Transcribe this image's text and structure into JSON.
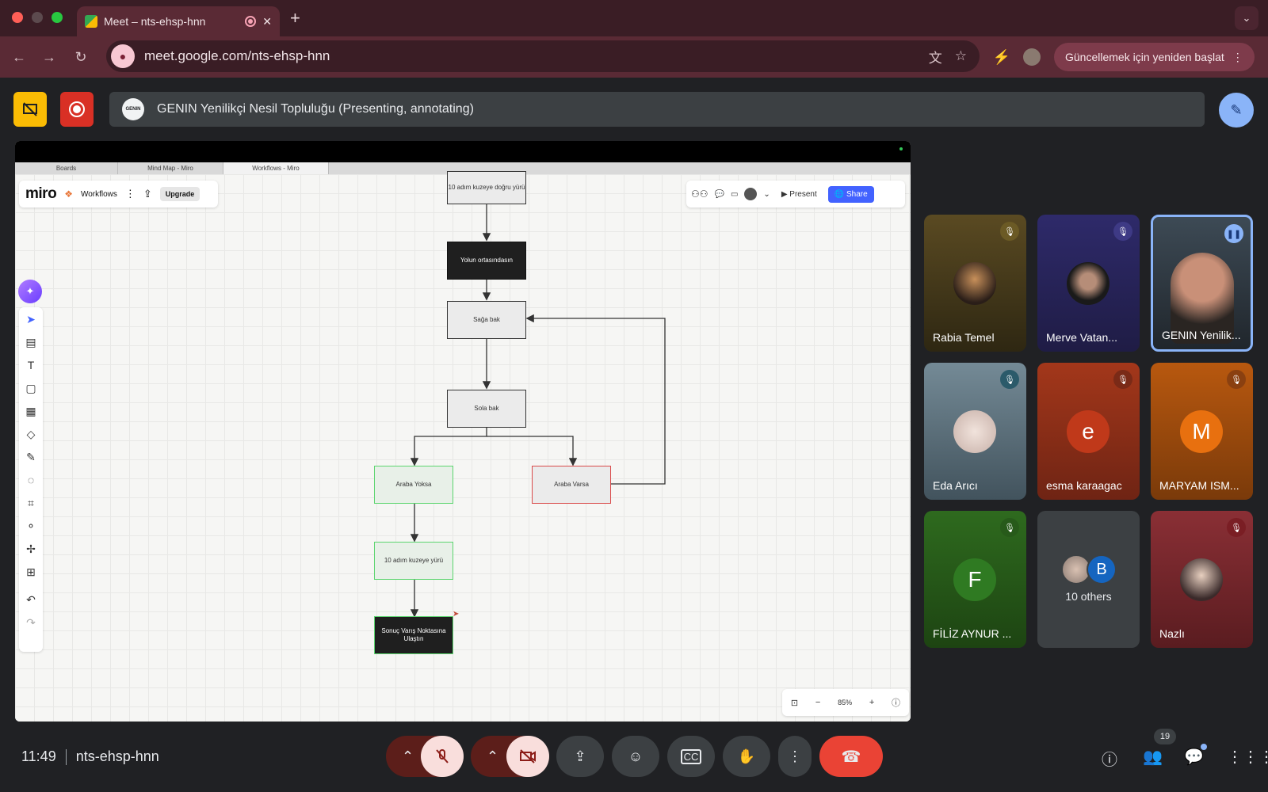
{
  "browser": {
    "tab_title": "Meet – nts-ehsp-hnn",
    "url": "meet.google.com/nts-ehsp-hnn",
    "relaunch_label": "Güncellemek için yeniden başlat"
  },
  "meet": {
    "presenting_label": "GENIN Yenilikçi Nesil Topluluğu (Presenting, annotating)",
    "genin_logo_text": "GENIN",
    "time": "11:49",
    "meeting_code": "nts-ehsp-hnn",
    "participant_count": "19",
    "colors": {
      "end_call": "#ea4335",
      "mic_off_bg": "#f9dedc",
      "annotate": "#8ab4f8"
    }
  },
  "miro": {
    "inner_tabs": [
      "Boards",
      "Mind Map - Miro",
      "Workflows - Miro"
    ],
    "logo": "miro",
    "board_name": "Workflows",
    "upgrade_label": "Upgrade",
    "present_label": "Present",
    "share_label": "Share",
    "zoom": "85%",
    "nodes": {
      "n1": "10 adım kuzeye doğru yürü",
      "n2": "Yolun ortasındasın",
      "n3": "Sağa bak",
      "n4": "Sola bak",
      "n5": "Araba Yoksa",
      "n6": "Araba Varsa",
      "n7": "10 adım kuzeye yürü",
      "n8": "Sonuç Varış Noktasına Ulaştın"
    }
  },
  "participants": [
    {
      "name": "Rabia Temel"
    },
    {
      "name": "Merve Vatan..."
    },
    {
      "name": "GENIN Yenilik..."
    },
    {
      "name": "Eda Arıcı"
    },
    {
      "name": "esma karaagac",
      "initial": "e"
    },
    {
      "name": "MARYAM ISM...",
      "initial": "M"
    },
    {
      "name": "FİLİZ AYNUR ...",
      "initial": "F"
    },
    {
      "name": "10 others",
      "initial": "B"
    },
    {
      "name": "Nazlı"
    }
  ]
}
